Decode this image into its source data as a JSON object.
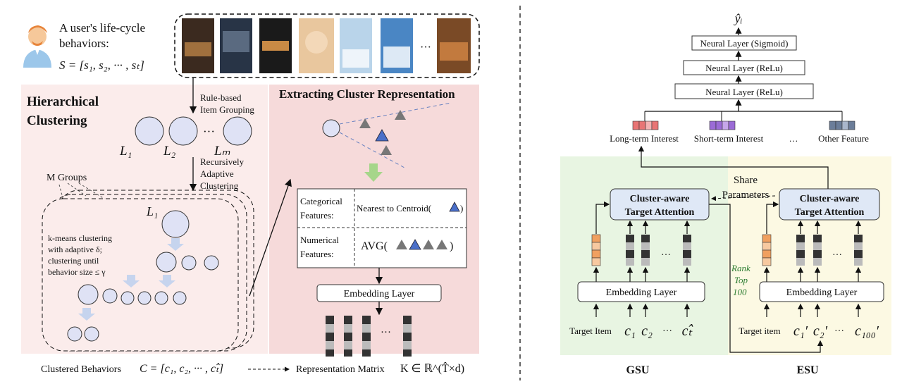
{
  "left": {
    "behaviors_caption_1": "A user's life-cycle",
    "behaviors_caption_2": "behaviors:",
    "sequence": "S = [s₁, s₂, ··· , sₜ]",
    "ellipsis": "···",
    "clustering_title_1": "Hierarchical",
    "clustering_title_2": "Clustering",
    "rule_based_1": "Rule-based",
    "rule_based_2": "Item Grouping",
    "levels": [
      "L₁",
      "L₂",
      "Lₘ"
    ],
    "recursive_1": "Recursively",
    "recursive_2": "Adaptive",
    "recursive_3": "Clustering",
    "groups_label": "M Groups",
    "inner_level": "L₁",
    "kmeans_1": "k-means clustering",
    "kmeans_2": "with adaptive δ;",
    "kmeans_3": "clustering until",
    "kmeans_4": "behavior size ≤ γ",
    "extract_title": "Extracting Cluster Representation",
    "cat_label_1": "Categorical",
    "cat_label_2": "Features:",
    "cat_value": "Nearest to Centroid(",
    "num_label_1": "Numerical",
    "num_label_2": "Features:",
    "num_value_open": "AVG(",
    "num_value_close": ")",
    "embedding_layer": "Embedding Layer",
    "clustered_caption": "Clustered Behaviors",
    "clustered_formula": "C = [c₁, c₂, ··· , cₜ̂]",
    "matrix_caption": "Representation Matrix",
    "matrix_formula": "K ∈ ℝ^(T̂×d)"
  },
  "right": {
    "output": "ŷᵢ",
    "layers": [
      "Neural Layer (Sigmoid)",
      "Neural Layer (ReLu)",
      "Neural Layer (ReLu)"
    ],
    "features": [
      "Long-term Interest",
      "Short-term Interest",
      "…",
      "Other Feature"
    ],
    "share_1": "Share",
    "share_2": "Parameters",
    "attention_1": "Cluster-aware",
    "attention_2": "Target Attention",
    "embedding_layer": "Embedding Layer",
    "rank_1": "Rank",
    "rank_2": "Top",
    "rank_3": "100",
    "gsu_inputs": [
      "Target Item",
      "c₁",
      "c₂",
      "cₜ̂"
    ],
    "esu_inputs": [
      "Target item",
      "c₁′",
      "c₂′",
      "c₁₀₀′"
    ],
    "gsu_label": "GSU",
    "esu_label": "ESU",
    "dots": "…"
  },
  "colors": {
    "pink_panel": "#fbeceb",
    "red_panel": "#f6dada",
    "green_panel": "#e8f5e2",
    "yellow_panel": "#fcf9e3",
    "attention_fill": "#dfe8f6",
    "orange": "#f0a060",
    "red_feature": "#e87575",
    "purple_feature": "#9b6bd6",
    "slate_feature": "#6b7d99"
  }
}
